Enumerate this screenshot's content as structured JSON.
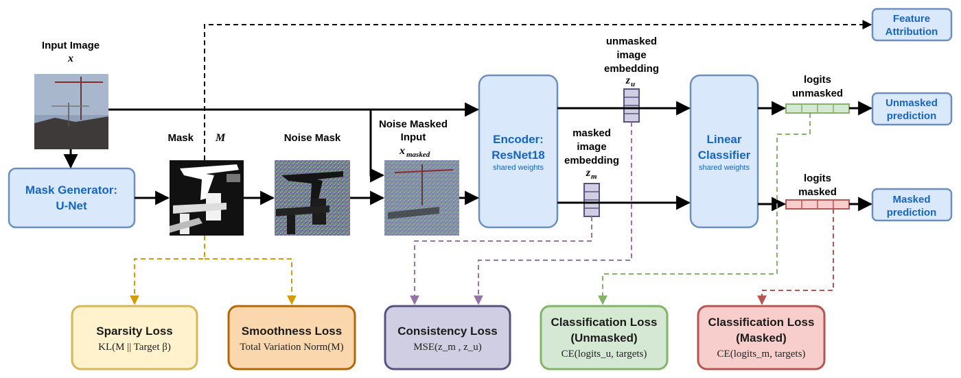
{
  "input": {
    "title": "Input Image",
    "symbol": "x"
  },
  "mask_generator": {
    "line1": "Mask Generator:",
    "line2": "U-Net"
  },
  "mask": {
    "title": "Mask",
    "symbol": "M"
  },
  "noise_mask": {
    "title": "Noise Mask"
  },
  "noise_masked_input": {
    "line1": "Noise Masked",
    "line2": "Input",
    "symbol": "x",
    "sub": "masked"
  },
  "encoder": {
    "line1": "Encoder:",
    "line2": "ResNet18",
    "note": "shared weights"
  },
  "unmasked_embedding": {
    "line1": "unmasked",
    "line2": "image",
    "line3": "embedding",
    "symbol": "z",
    "sub": "u"
  },
  "masked_embedding": {
    "line1": "masked",
    "line2": "image",
    "line3": "embedding",
    "symbol": "z",
    "sub": "m"
  },
  "classifier": {
    "line1": "Linear",
    "line2": "Classifier",
    "note": "shared weights"
  },
  "logits_unmasked": {
    "line1": "logits",
    "line2": "unmasked"
  },
  "logits_masked": {
    "line1": "logits",
    "line2": "masked"
  },
  "outputs": {
    "feature_attribution": {
      "line1": "Feature",
      "line2": "Attribution"
    },
    "unmasked_prediction": {
      "line1": "Unmasked",
      "line2": "prediction"
    },
    "masked_prediction": {
      "line1": "Masked",
      "line2": "prediction"
    }
  },
  "losses": {
    "sparsity": {
      "title": "Sparsity Loss",
      "formula": "KL(M || Target β)"
    },
    "smoothness": {
      "title": "Smoothness Loss",
      "formula": "Total Variation Norm(M)"
    },
    "consistency": {
      "title": "Consistency Loss",
      "formula": "MSE(z_m , z_u)"
    },
    "classification_unmasked": {
      "line1": "Classification Loss",
      "line2": "(Unmasked)",
      "formula": "CE(logits_u, targets)"
    },
    "classification_masked": {
      "line1": "Classification Loss",
      "line2": "(Masked)",
      "formula": "CE(logits_m, targets)"
    }
  },
  "colors": {
    "blue_box_fill": "#dae8fc",
    "blue_box_stroke": "#6c8ebf",
    "blue_text": "#1565c0",
    "sparsity_fill": "#fff2cc",
    "sparsity_stroke": "#d6b656",
    "smoothness_fill": "#fad7ac",
    "smoothness_stroke": "#b46504",
    "consistency_fill": "#d0cee2",
    "consistency_stroke": "#56517e",
    "unmasked_fill": "#d5e8d4",
    "unmasked_stroke": "#82b366",
    "masked_fill": "#f8cecc",
    "masked_stroke": "#b85450",
    "mask_dash": "#d79b00",
    "consistency_dash": "#9673a6",
    "unmasked_dash": "#82b366",
    "masked_dash": "#b85450"
  }
}
